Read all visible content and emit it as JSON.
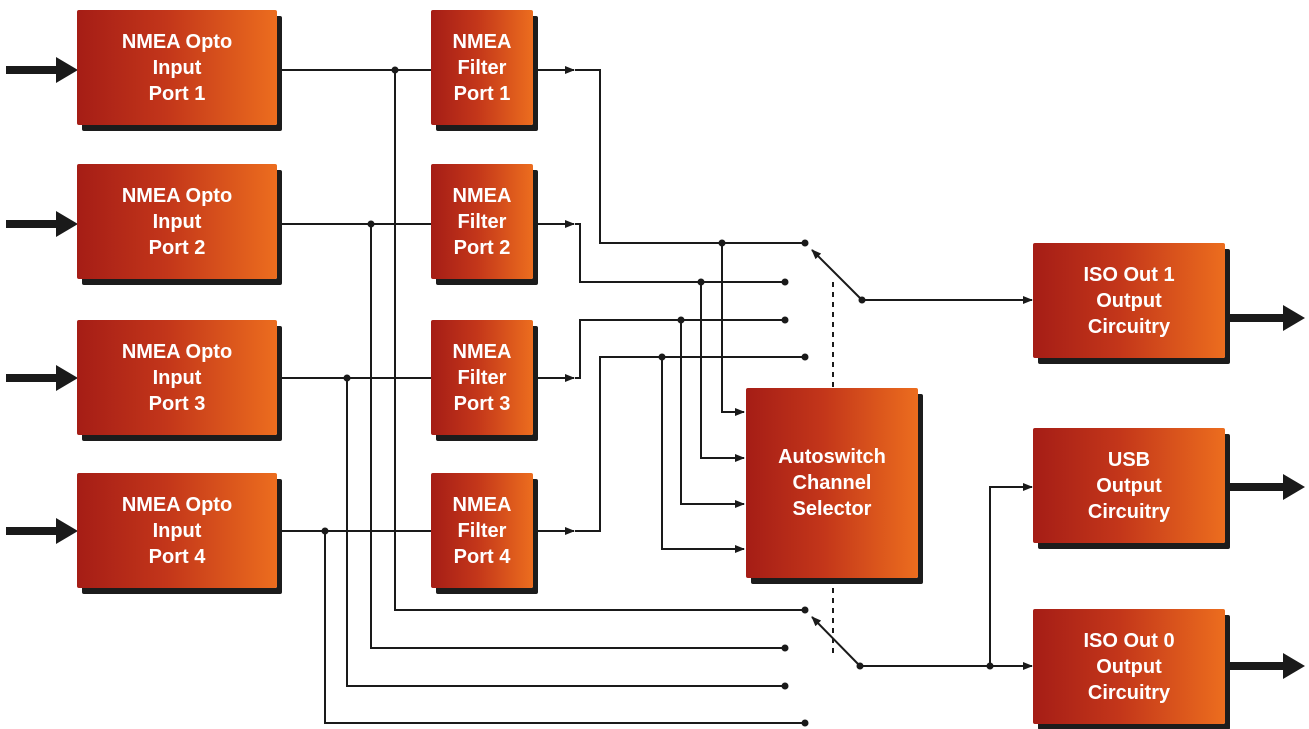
{
  "colors": {
    "box_start": "#a51d16",
    "box_end": "#ec6d1e",
    "wire": "#1a1a1a",
    "shadow": "#1c1c1c",
    "text": "#ffffff"
  },
  "input_ports": [
    {
      "lines": [
        "NMEA Opto",
        "Input",
        "Port 1"
      ]
    },
    {
      "lines": [
        "NMEA Opto",
        "Input",
        "Port 2"
      ]
    },
    {
      "lines": [
        "NMEA Opto",
        "Input",
        "Port 3"
      ]
    },
    {
      "lines": [
        "NMEA Opto",
        "Input",
        "Port 4"
      ]
    }
  ],
  "filters": [
    {
      "lines": [
        "NMEA",
        "Filter",
        "Port 1"
      ]
    },
    {
      "lines": [
        "NMEA",
        "Filter",
        "Port 2"
      ]
    },
    {
      "lines": [
        "NMEA",
        "Filter",
        "Port 3"
      ]
    },
    {
      "lines": [
        "NMEA",
        "Filter",
        "Port 4"
      ]
    }
  ],
  "selector": {
    "lines": [
      "Autoswitch",
      "Channel",
      "Selector"
    ]
  },
  "outputs": [
    {
      "lines": [
        "ISO Out 1",
        "Output",
        "Circuitry"
      ]
    },
    {
      "lines": [
        "USB",
        "Output",
        "Circuitry"
      ]
    },
    {
      "lines": [
        "ISO Out 0",
        "Output",
        "Circuitry"
      ]
    }
  ]
}
